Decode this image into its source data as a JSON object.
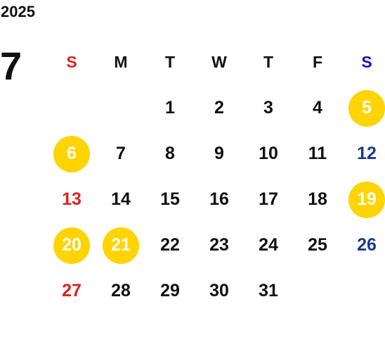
{
  "year": "2025",
  "month": "7",
  "weekdays": [
    "S",
    "M",
    "T",
    "W",
    "T",
    "F",
    "S"
  ],
  "weeks": [
    [
      "",
      "",
      "1",
      "2",
      "3",
      "4",
      "5"
    ],
    [
      "6",
      "7",
      "8",
      "9",
      "10",
      "11",
      "12"
    ],
    [
      "13",
      "14",
      "15",
      "16",
      "17",
      "18",
      "19"
    ],
    [
      "20",
      "21",
      "22",
      "23",
      "24",
      "25",
      "26"
    ],
    [
      "27",
      "28",
      "29",
      "30",
      "31",
      "",
      ""
    ]
  ],
  "highlighted_days": [
    "5",
    "6",
    "19",
    "20",
    "21"
  ],
  "colors": {
    "highlight": "#FFD400",
    "sunday": "#E02020",
    "saturday": "#1a3a8f",
    "saturday_header": "#1414c8",
    "text": "#111111"
  }
}
